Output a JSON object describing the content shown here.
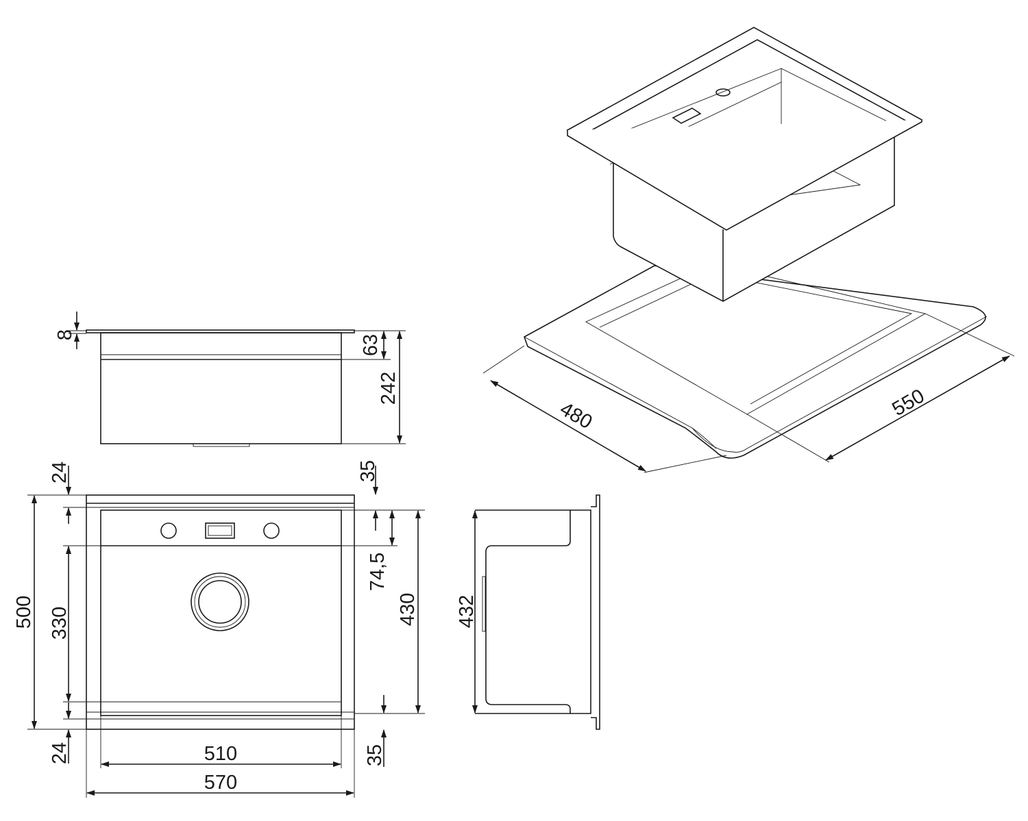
{
  "title": "Sink technical drawing",
  "side_view": {
    "flange_thickness": "8",
    "rim_height": "63",
    "total_height": "242"
  },
  "plan_view": {
    "top_margin": "24",
    "top_right_margin": "35",
    "overall_depth": "500",
    "bowl_depth": "330",
    "panel_depth": "74,5",
    "inner_depth": "430",
    "bottom_margin": "24",
    "bottom_right_margin": "35",
    "inner_width": "510",
    "overall_width": "570"
  },
  "section_view": {
    "depth": "432"
  },
  "isometric_view": {
    "cutout_depth": "480",
    "cutout_width": "550"
  }
}
